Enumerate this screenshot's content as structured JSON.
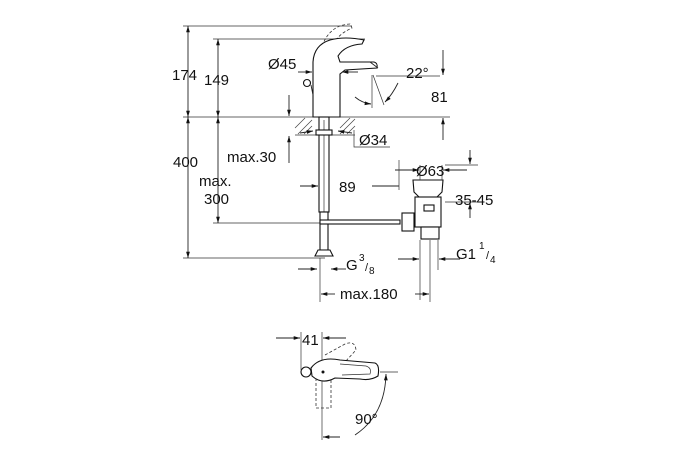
{
  "dimensions": {
    "total_height": "174",
    "spout_height": "149",
    "body_diameter": "Ø45",
    "spout_angle": "22°",
    "spout_outlet_height": "81",
    "hole_diameter": "Ø34",
    "max_counter_thickness": "max.30",
    "hose_length": "400",
    "max_label": "max.",
    "max_drop": "300",
    "shank_to_waste": "89",
    "waste_diameter": "Ø63",
    "waste_range": "35-45",
    "waste_thread_main": "G1",
    "waste_thread_num": "1",
    "waste_thread_den": "4",
    "supply_thread_main": "G",
    "supply_thread_num": "3",
    "supply_thread_den": "8",
    "max_reach": "max.180",
    "lever_offset": "41",
    "lever_rotation": "90°"
  }
}
